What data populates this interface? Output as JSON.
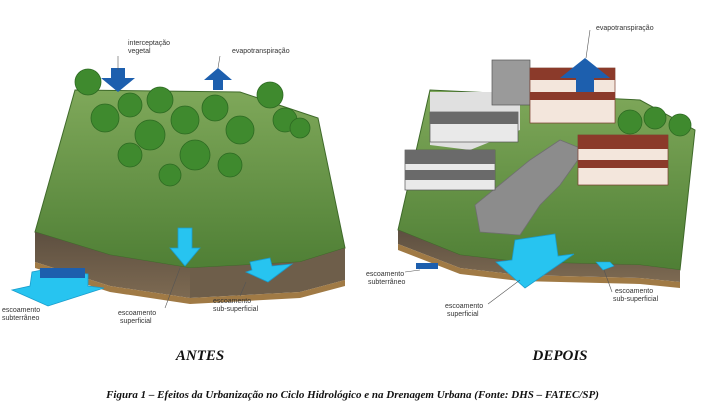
{
  "before": {
    "title": "ANTES",
    "labels": {
      "interception_1": "interceptação",
      "interception_2": "vegetal",
      "evapotranspiration": "evapotranspiração",
      "subsurface_1": "escoamento",
      "subsurface_2": "sub-superficial",
      "surface_1": "escoamento",
      "surface_2": "superficial",
      "groundwater_1": "escoamento",
      "groundwater_2": "subterrâneo"
    }
  },
  "after": {
    "title": "DEPOIS",
    "labels": {
      "evapotranspiration": "evapotranspiração",
      "groundwater_1": "escoamento",
      "groundwater_2": "subterrâneo",
      "surface_1": "escoamento",
      "surface_2": "superficial",
      "subsurface_1": "escoamento",
      "subsurface_2": "sub-superficial"
    }
  },
  "caption": "Figura 1 – Efeitos da Urbanização no Ciclo Hidrológico  e na  Drenagem  Urbana  (Fonte:  DHS – FATEC/SP)",
  "colors": {
    "grass": "#5a8a3c",
    "soil": "#6b5a45",
    "arrow_blue": "#27c4f0",
    "arrow_dark": "#1d5fae",
    "roof": "#8b3a2a",
    "road": "#8c8c8c"
  }
}
